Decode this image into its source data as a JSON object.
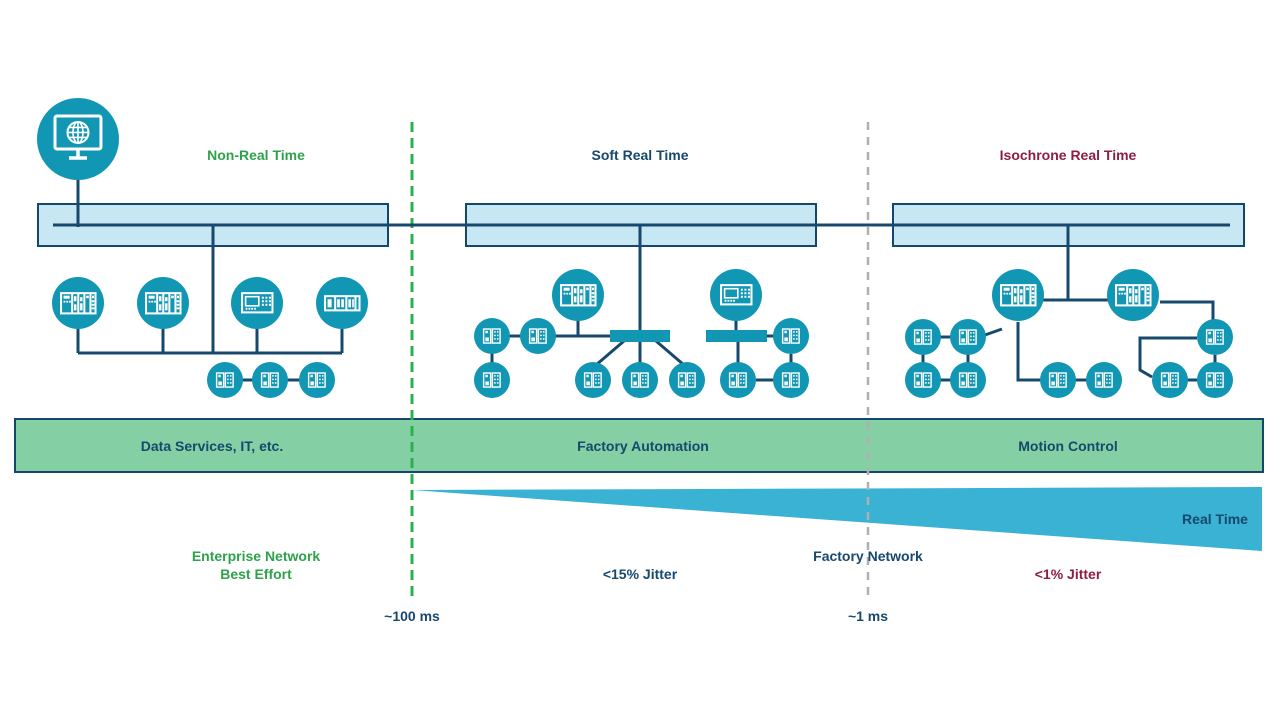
{
  "sections": [
    {
      "title": "Non-Real Time",
      "zone_label": "Data Services, IT, etc.",
      "annotation_line1": "Enterprise Network",
      "annotation_line2": "Best Effort"
    },
    {
      "title": "Soft Real Time",
      "zone_label": "Factory Automation",
      "annotation_line1": "<15% Jitter"
    },
    {
      "title": "Isochrone Real Time",
      "zone_label": "Motion Control",
      "annotation_line1": "<1% Jitter"
    }
  ],
  "boundaries": [
    {
      "label": "~100 ms",
      "style": "green-dashed"
    },
    {
      "label": "~1 ms",
      "style": "gray-dashed",
      "network_label": "Factory Network"
    }
  ],
  "wedge_label": "Real Time",
  "icons": [
    "desktop-globe-icon",
    "plc-controller-icon",
    "hmi-panel-icon",
    "io-rack-icon",
    "io-device-icon",
    "network-switch-bar"
  ],
  "colors": {
    "accent_teal": "#1196B4",
    "bus_fill": "#C7E7F2",
    "line_navy": "#17486D",
    "band_green": "#85CFA4",
    "wedge_blue": "#3AB2D4",
    "dashed_green": "#2CB04E",
    "dashed_gray": "#B0B0B2",
    "text_green": "#2EA24B",
    "text_navy": "#17486D",
    "text_maroon": "#8E1D45"
  }
}
